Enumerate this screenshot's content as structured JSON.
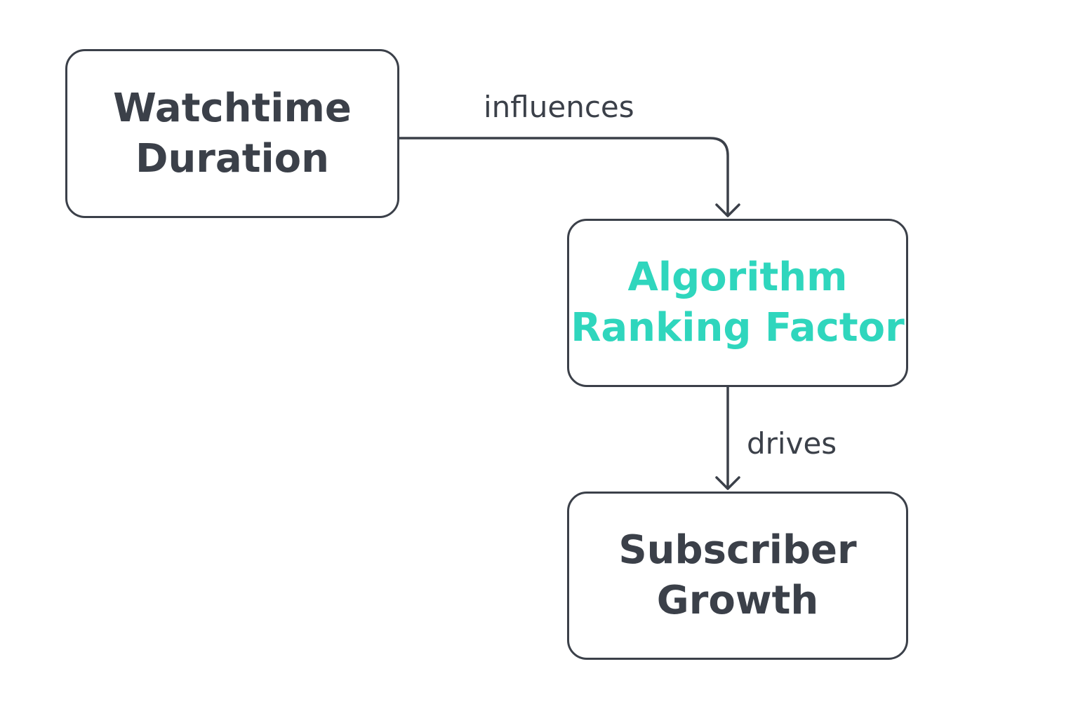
{
  "colors": {
    "stroke": "#3b4049",
    "text": "#3b4049",
    "accent": "#2fd6bd",
    "background": "#ffffff"
  },
  "nodes": {
    "watchtime": {
      "label": "Watchtime\nDuration"
    },
    "algorithm": {
      "label": "Algorithm\nRanking Factor",
      "highlighted": true
    },
    "subscriber": {
      "label": "Subscriber\nGrowth"
    }
  },
  "edges": [
    {
      "from": "watchtime",
      "to": "algorithm",
      "label": "influences"
    },
    {
      "from": "algorithm",
      "to": "subscriber",
      "label": "drives"
    }
  ]
}
